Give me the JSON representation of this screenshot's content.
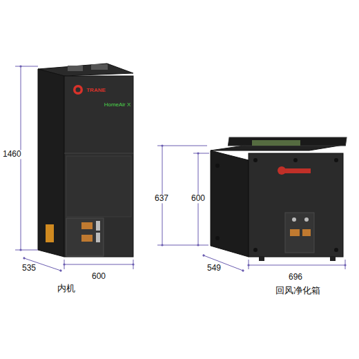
{
  "diagram": {
    "labels": [
      "TRANE",
      "HomeAir X",
      "1460",
      "535",
      "600",
      "内机",
      "637",
      "600",
      "549",
      "696",
      "回风净化箱"
    ]
  }
}
